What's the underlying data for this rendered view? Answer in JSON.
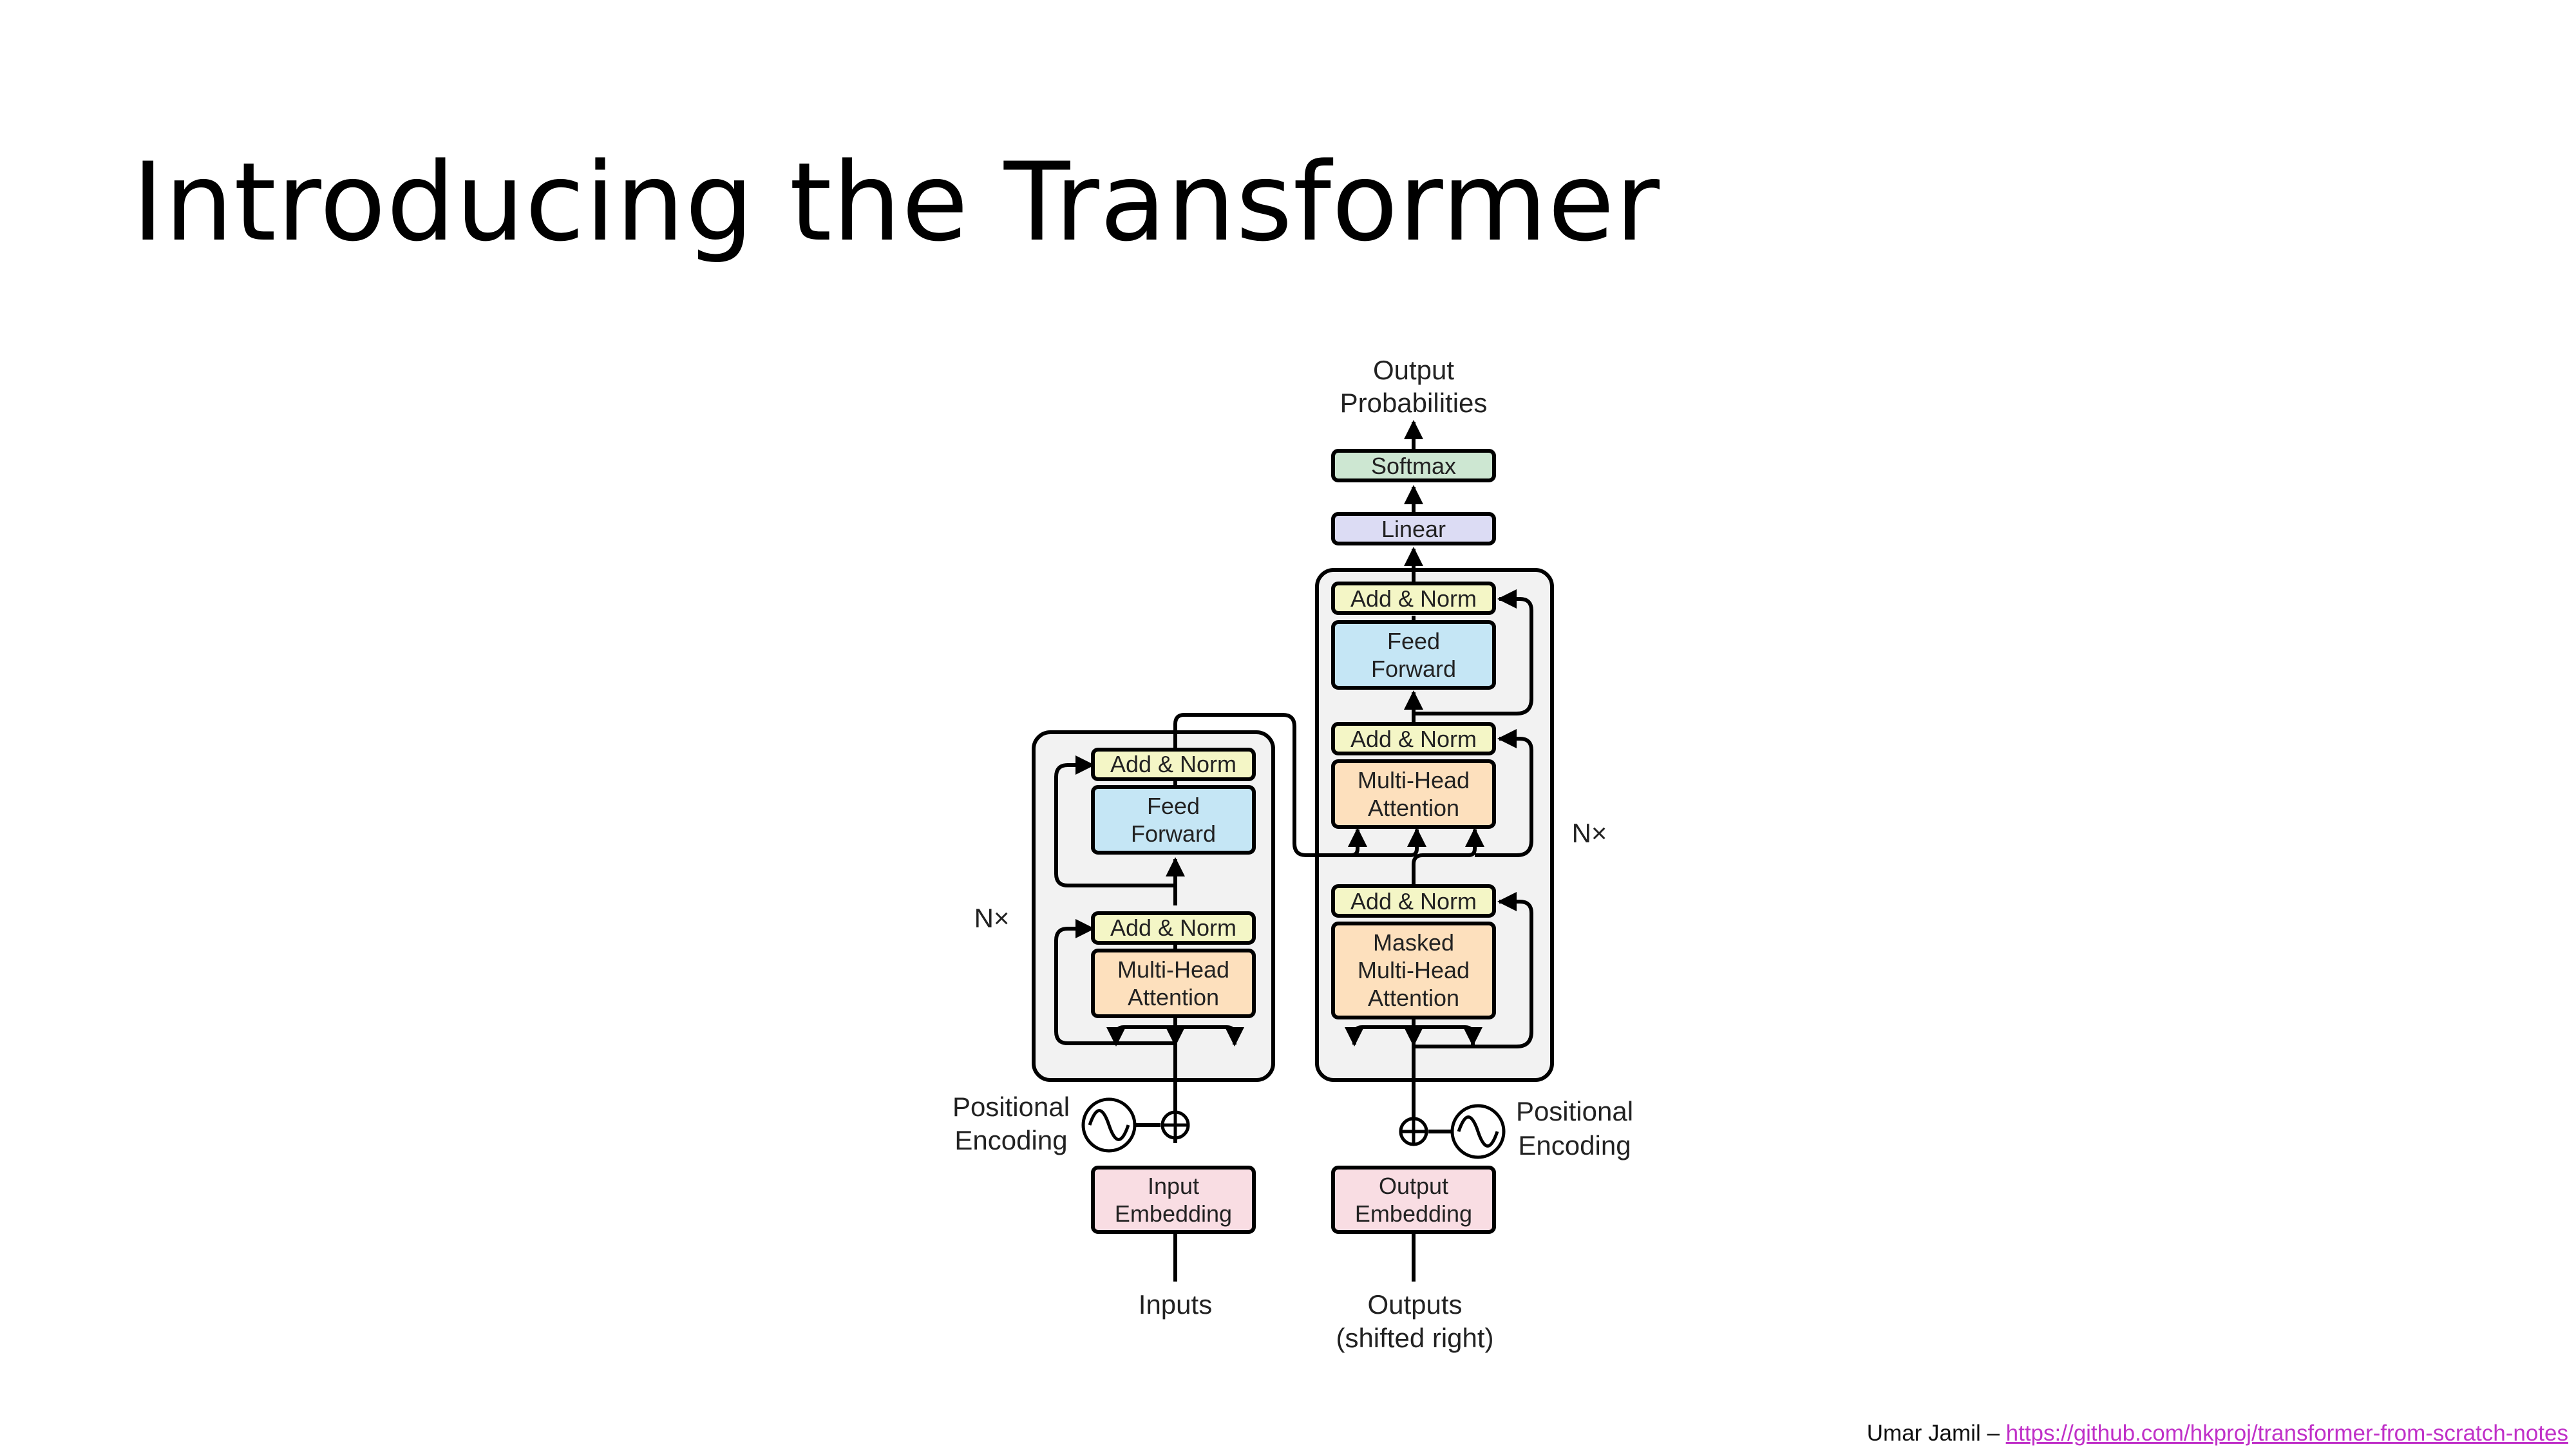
{
  "slide": {
    "title": "Introducing the Transformer"
  },
  "diagram": {
    "output_probabilities": [
      "Output",
      "Probabilities"
    ],
    "softmax": "Softmax",
    "linear": "Linear",
    "add_norm": "Add & Norm",
    "feed_forward": [
      "Feed",
      "Forward"
    ],
    "multi_head_attention": [
      "Multi-Head",
      "Attention"
    ],
    "masked_multi_head_attention": [
      "Masked",
      "Multi-Head",
      "Attention"
    ],
    "input_embedding": [
      "Input",
      "Embedding"
    ],
    "output_embedding": [
      "Output",
      "Embedding"
    ],
    "positional_encoding": [
      "Positional",
      "Encoding"
    ],
    "inputs": "Inputs",
    "outputs": [
      "Outputs",
      "(shifted right)"
    ],
    "nx": "N×",
    "colors": {
      "add_norm": "#f4f6c6",
      "feed_forward": "#c5e6f5",
      "attention": "#fde0bd",
      "embedding": "#f9dde3",
      "linear": "#dcdcf4",
      "softmax": "#cde7d2",
      "block_bg": "#f2f2f2"
    }
  },
  "footer": {
    "author": "Umar Jamil – ",
    "link": "https://github.com/hkproj/transformer-from-scratch-notes"
  }
}
